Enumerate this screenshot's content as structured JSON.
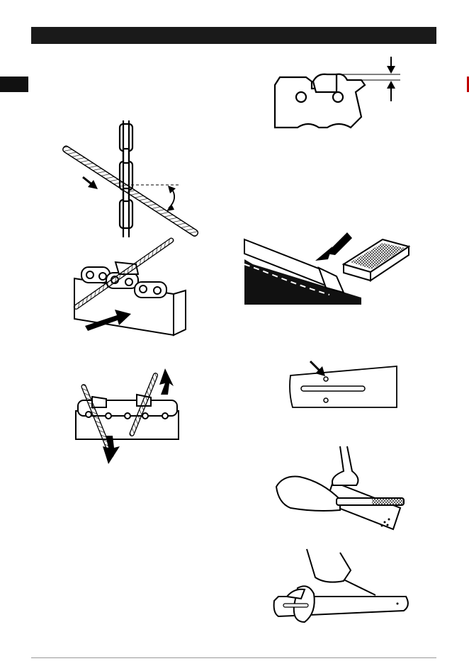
{
  "page": {
    "header_bar_color": "#1a1a1a",
    "side_tab_color": "#111111",
    "side_tab_right_color": "#c00000"
  },
  "illustrations": [
    {
      "id": "fig-depth-gauge-clearance",
      "icon": "cutter-depth-gauge-icon"
    },
    {
      "id": "fig-file-angle",
      "icon": "round-file-angle-icon"
    },
    {
      "id": "fig-file-on-vice",
      "icon": "chain-in-vice-icon"
    },
    {
      "id": "fig-filing-strokes",
      "icon": "filing-direction-icon"
    },
    {
      "id": "fig-flat-file-gauge",
      "icon": "flat-file-gauge-icon"
    },
    {
      "id": "fig-bar-oil-hole",
      "icon": "bar-oil-hole-icon"
    },
    {
      "id": "fig-bar-filing",
      "icon": "bar-rail-filing-icon"
    },
    {
      "id": "fig-bar-dressing",
      "icon": "bar-dressing-icon"
    }
  ]
}
